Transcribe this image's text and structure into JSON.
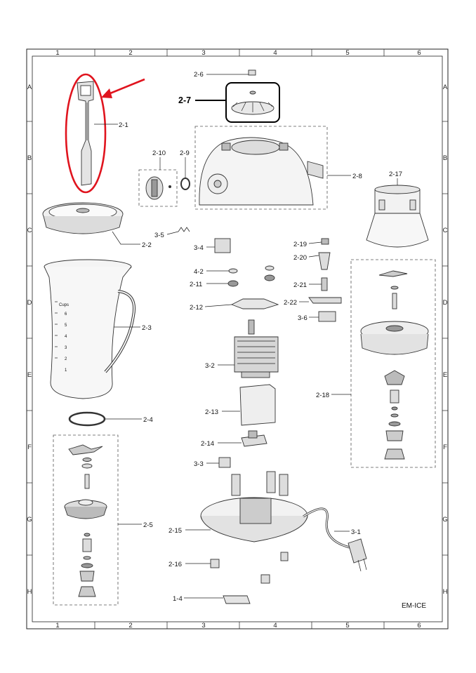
{
  "drawing_code": "EM-ICE",
  "grid": {
    "columns": [
      "1",
      "2",
      "3",
      "4",
      "5",
      "6"
    ],
    "rows": [
      "A",
      "B",
      "C",
      "D",
      "E",
      "F",
      "G",
      "H"
    ]
  },
  "highlight_color": "#e0141e",
  "labels": {
    "p2_1": "2-1",
    "p2_2": "2-2",
    "p2_3": "2-3",
    "p2_4": "2-4",
    "p2_5": "2-5",
    "p2_6": "2-6",
    "p2_7": "2-7",
    "p2_8": "2-8",
    "p2_9": "2-9",
    "p2_10": "2-10",
    "p2_11": "2-11",
    "p2_12": "2-12",
    "p2_13": "2-13",
    "p2_14": "2-14",
    "p2_15": "2-15",
    "p2_16": "2-16",
    "p2_17": "2-17",
    "p2_18": "2-18",
    "p2_19": "2-19",
    "p2_20": "2-20",
    "p2_21": "2-21",
    "p2_22": "2-22",
    "p3_1": "3-1",
    "p3_2": "3-2",
    "p3_3": "3-3",
    "p3_4": "3-4",
    "p3_5": "3-5",
    "p3_6": "3-6",
    "p4_2": "4-2",
    "p1_4": "1-4"
  },
  "jug_markings": {
    "cups": "Cups",
    "marks": [
      "6",
      "5",
      "4",
      "3",
      "2",
      "1"
    ]
  }
}
